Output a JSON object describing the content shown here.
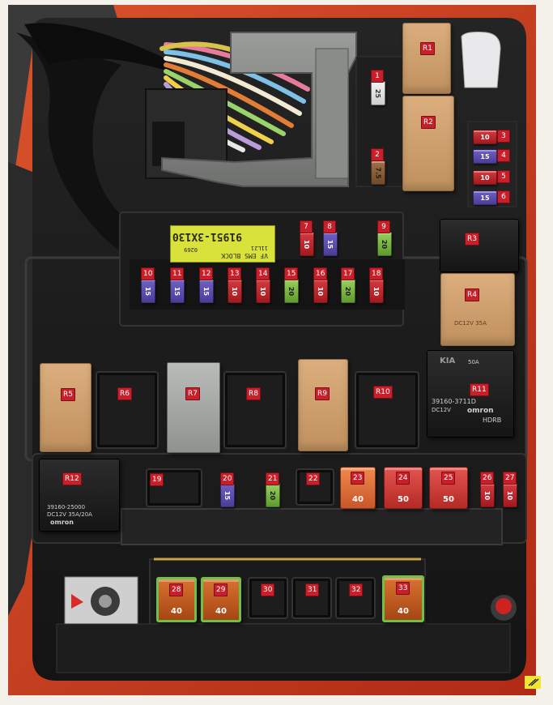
{
  "figure": {
    "relays": [
      {
        "id": "R1",
        "label": "R1"
      },
      {
        "id": "R2",
        "label": "R2"
      },
      {
        "id": "R3",
        "label": "R3"
      },
      {
        "id": "R4",
        "label": "R4"
      },
      {
        "id": "R5",
        "label": "R5"
      },
      {
        "id": "R6",
        "label": "R6"
      },
      {
        "id": "R7",
        "label": "R7"
      },
      {
        "id": "R8",
        "label": "R8"
      },
      {
        "id": "R9",
        "label": "R9"
      },
      {
        "id": "R10",
        "label": "R10"
      },
      {
        "id": "R11",
        "label": "R11"
      },
      {
        "id": "R12",
        "label": "R12"
      }
    ],
    "fuses": [
      {
        "label": "1",
        "rating": "25",
        "color": "white"
      },
      {
        "label": "2",
        "rating": "7.5",
        "color": "brown"
      },
      {
        "label": "3",
        "rating": "10",
        "color": "red"
      },
      {
        "label": "4",
        "rating": "15",
        "color": "blue"
      },
      {
        "label": "5",
        "rating": "10",
        "color": "red"
      },
      {
        "label": "6",
        "rating": "15",
        "color": "blue"
      },
      {
        "label": "7",
        "rating": "10",
        "color": "red"
      },
      {
        "label": "8",
        "rating": "15",
        "color": "blue"
      },
      {
        "label": "9",
        "rating": "20",
        "color": "green"
      },
      {
        "label": "10",
        "rating": "15",
        "color": "blue"
      },
      {
        "label": "11",
        "rating": "15",
        "color": "blue"
      },
      {
        "label": "12",
        "rating": "15",
        "color": "blue"
      },
      {
        "label": "13",
        "rating": "10",
        "color": "red"
      },
      {
        "label": "14",
        "rating": "10",
        "color": "red"
      },
      {
        "label": "15",
        "rating": "20",
        "color": "green"
      },
      {
        "label": "16",
        "rating": "10",
        "color": "red"
      },
      {
        "label": "17",
        "rating": "20",
        "color": "green"
      },
      {
        "label": "18",
        "rating": "10",
        "color": "red"
      },
      {
        "label": "19",
        "rating": "",
        "color": "empty"
      },
      {
        "label": "20",
        "rating": "15",
        "color": "blue"
      },
      {
        "label": "21",
        "rating": "20",
        "color": "green"
      },
      {
        "label": "22",
        "rating": "",
        "color": "empty"
      },
      {
        "label": "23",
        "rating": "40",
        "color": "orange"
      },
      {
        "label": "24",
        "rating": "50",
        "color": "red"
      },
      {
        "label": "25",
        "rating": "50",
        "color": "red"
      },
      {
        "label": "26",
        "rating": "10",
        "color": "red"
      },
      {
        "label": "27",
        "rating": "10",
        "color": "red"
      },
      {
        "label": "28",
        "rating": "40",
        "color": "orange"
      },
      {
        "label": "29",
        "rating": "40",
        "color": "orange"
      },
      {
        "label": "30",
        "rating": "",
        "color": "empty"
      },
      {
        "label": "31",
        "rating": "",
        "color": "empty"
      },
      {
        "label": "32",
        "rating": "",
        "color": "empty"
      },
      {
        "label": "33",
        "rating": "40",
        "color": "orange"
      }
    ],
    "ems_label": {
      "part_number": "91951-3X130",
      "title": "VF EMS BLOCK",
      "code": "11L21",
      "batch": "0269"
    },
    "r11_print": {
      "brand": "KIA",
      "part": "39160-3711D",
      "rating": "50A",
      "spec": "DC12V",
      "maker": "omron",
      "model": "HDRB"
    },
    "r4_print": {
      "spec": "DC12V 35A"
    },
    "r12_print": {
      "part": "39160-25000",
      "spec": "DC12V 35A/20A",
      "maker": "omron"
    },
    "colors": {
      "relay_tan": "#c99d6b",
      "fuse_red": "#c22a2f",
      "fuse_blue": "#5447ad",
      "fuse_green": "#7dbb45",
      "fuse_orange": "#e0733a",
      "fuse_brown": "#8a5a36",
      "housing_black": "#1a1a1a",
      "label_yellow": "#d8e23a",
      "tag_red": "#c8202a",
      "car_body_red": "#c8391f"
    }
  }
}
